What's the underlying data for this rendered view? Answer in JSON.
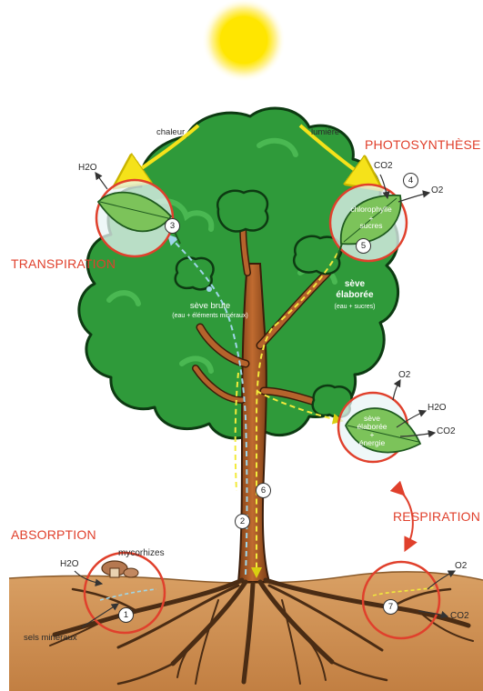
{
  "title_photosynthese": "PHOTOSYNTHÈSE",
  "title_transpiration": "TRANSPIRATION",
  "title_absorption": "ABSORPTION",
  "title_respiration": "RESPIRATION",
  "label_chaleur": "chaleur",
  "label_lumiere": "lumière",
  "transpiration_h2o": "H2O",
  "photo_co2": "CO2",
  "photo_o2": "O2",
  "photo_chlorophylle": "chlorophylle",
  "photo_plus": "+",
  "photo_sucres": "sucres",
  "seve_brute": "sève brute",
  "seve_brute_detail": "(eau + éléments minéraux)",
  "seve_elaboree_1": "sève",
  "seve_elaboree_2": "élaborée",
  "seve_elaboree_detail": "(eau + sucres)",
  "resp_o2": "O2",
  "resp_h2o": "H2O",
  "resp_co2": "CO2",
  "resp_seve": "sève",
  "resp_elaboree": "élaborée",
  "resp_plus": "+",
  "resp_energie": "énergie",
  "abs_h2o": "H2O",
  "abs_mycorhizes": "mycorhizes",
  "abs_sels": "sels minéraux",
  "root_o2": "O2",
  "root_co2": "CO2",
  "step_1": "1",
  "step_2": "2",
  "step_3": "3",
  "step_4": "4",
  "step_5": "5",
  "step_6": "6",
  "step_7": "7",
  "colors": {
    "sun": "#ffe600",
    "sun_glow": "#fff6a8",
    "foliage": "#2f9a3a",
    "foliage_outline": "#0d3a12",
    "trunk": "#b5632c",
    "trunk_outline": "#3b1d0a",
    "soil": "#c98a4e",
    "roots": "#4a2c14",
    "leaf": "#7cc35a",
    "red": "#e0402c",
    "yellow_arrow": "#f5e21a",
    "sap_raw": "#9fd6e8",
    "sap_elab": "#f2ea3c"
  }
}
